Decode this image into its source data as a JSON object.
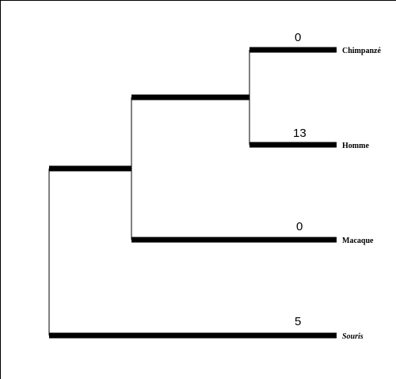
{
  "tree": {
    "taxa": [
      {
        "id": "chimpanze",
        "label": "Chimpanzé",
        "branch_value": "0"
      },
      {
        "id": "homme",
        "label": "Homme",
        "branch_value": "13"
      },
      {
        "id": "macaque",
        "label": "Macaque",
        "branch_value": "0"
      },
      {
        "id": "souris",
        "label": "Souris",
        "branch_value": "5"
      }
    ]
  }
}
